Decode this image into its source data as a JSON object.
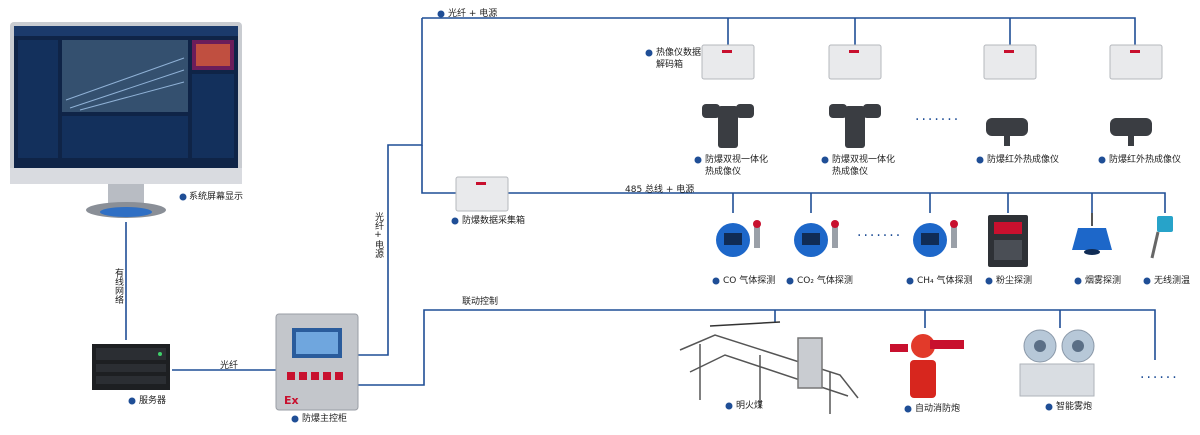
{
  "links": {
    "top_bus": "光纤 + 电源",
    "rs485_bus": "485 总线 + 电源",
    "linkage": "联动控制",
    "fiber_vertical": "光纤+电源",
    "fiber_server": "光纤",
    "wired_network": "有线网络"
  },
  "nodes": {
    "monitor": "系统屏幕显示",
    "server": "服务器",
    "main_cabinet": "防爆主控柜",
    "collector": "防爆数据采集箱",
    "decoder": "热像仪数据\n解码箱",
    "cam1": "防爆双视一体化\n热成像仪",
    "cam2": "防爆双视一体化\n热成像仪",
    "cam3": "防爆红外热成像仪",
    "cam4": "防爆红外热成像仪",
    "co": "CO 气体探测",
    "co2": "CO₂ 气体探测",
    "ch4": "CH₄ 气体探测",
    "dust": "粉尘探测",
    "smoke": "烟雾探测",
    "temp": "无线测温",
    "open_fire": "明火煤",
    "fire_cannon": "自动消防炮",
    "fog_cannon": "智能雾炮"
  },
  "cabinet_mark": "Ex",
  "colors": {
    "line": "#1f4e96",
    "box": "#e9eaec",
    "accent": "#c8102e",
    "blue": "#1d67c9"
  }
}
